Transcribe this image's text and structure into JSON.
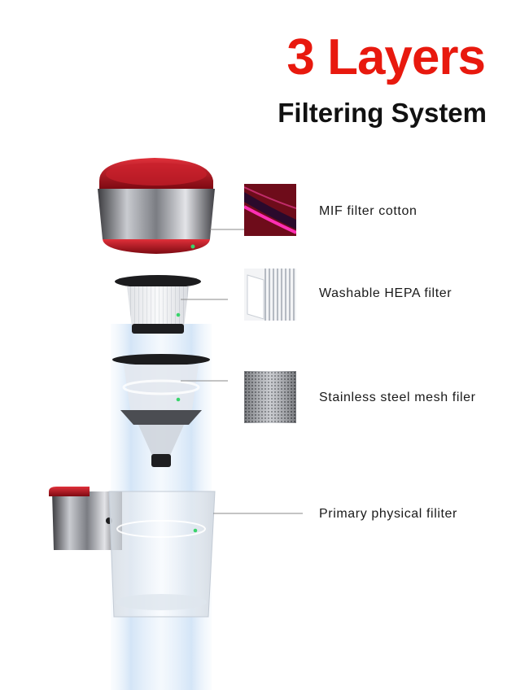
{
  "headline": {
    "title": "3 Layers",
    "subtitle": "Filtering System"
  },
  "layers": [
    {
      "label": "MIF filter cotton",
      "thumbnail": "mif-cotton-thumbnail"
    },
    {
      "label": "Washable HEPA filter",
      "thumbnail": "hepa-filter-thumbnail"
    },
    {
      "label": "Stainless steel mesh filer",
      "thumbnail": "steel-mesh-thumbnail"
    },
    {
      "label": "Primary physical filiter",
      "thumbnail": ""
    }
  ],
  "colors": {
    "headline_red": "#e8190e",
    "body_red": "#b0121c",
    "tube_blue": "#dceaf8",
    "indicator_green": "#39d46b"
  }
}
